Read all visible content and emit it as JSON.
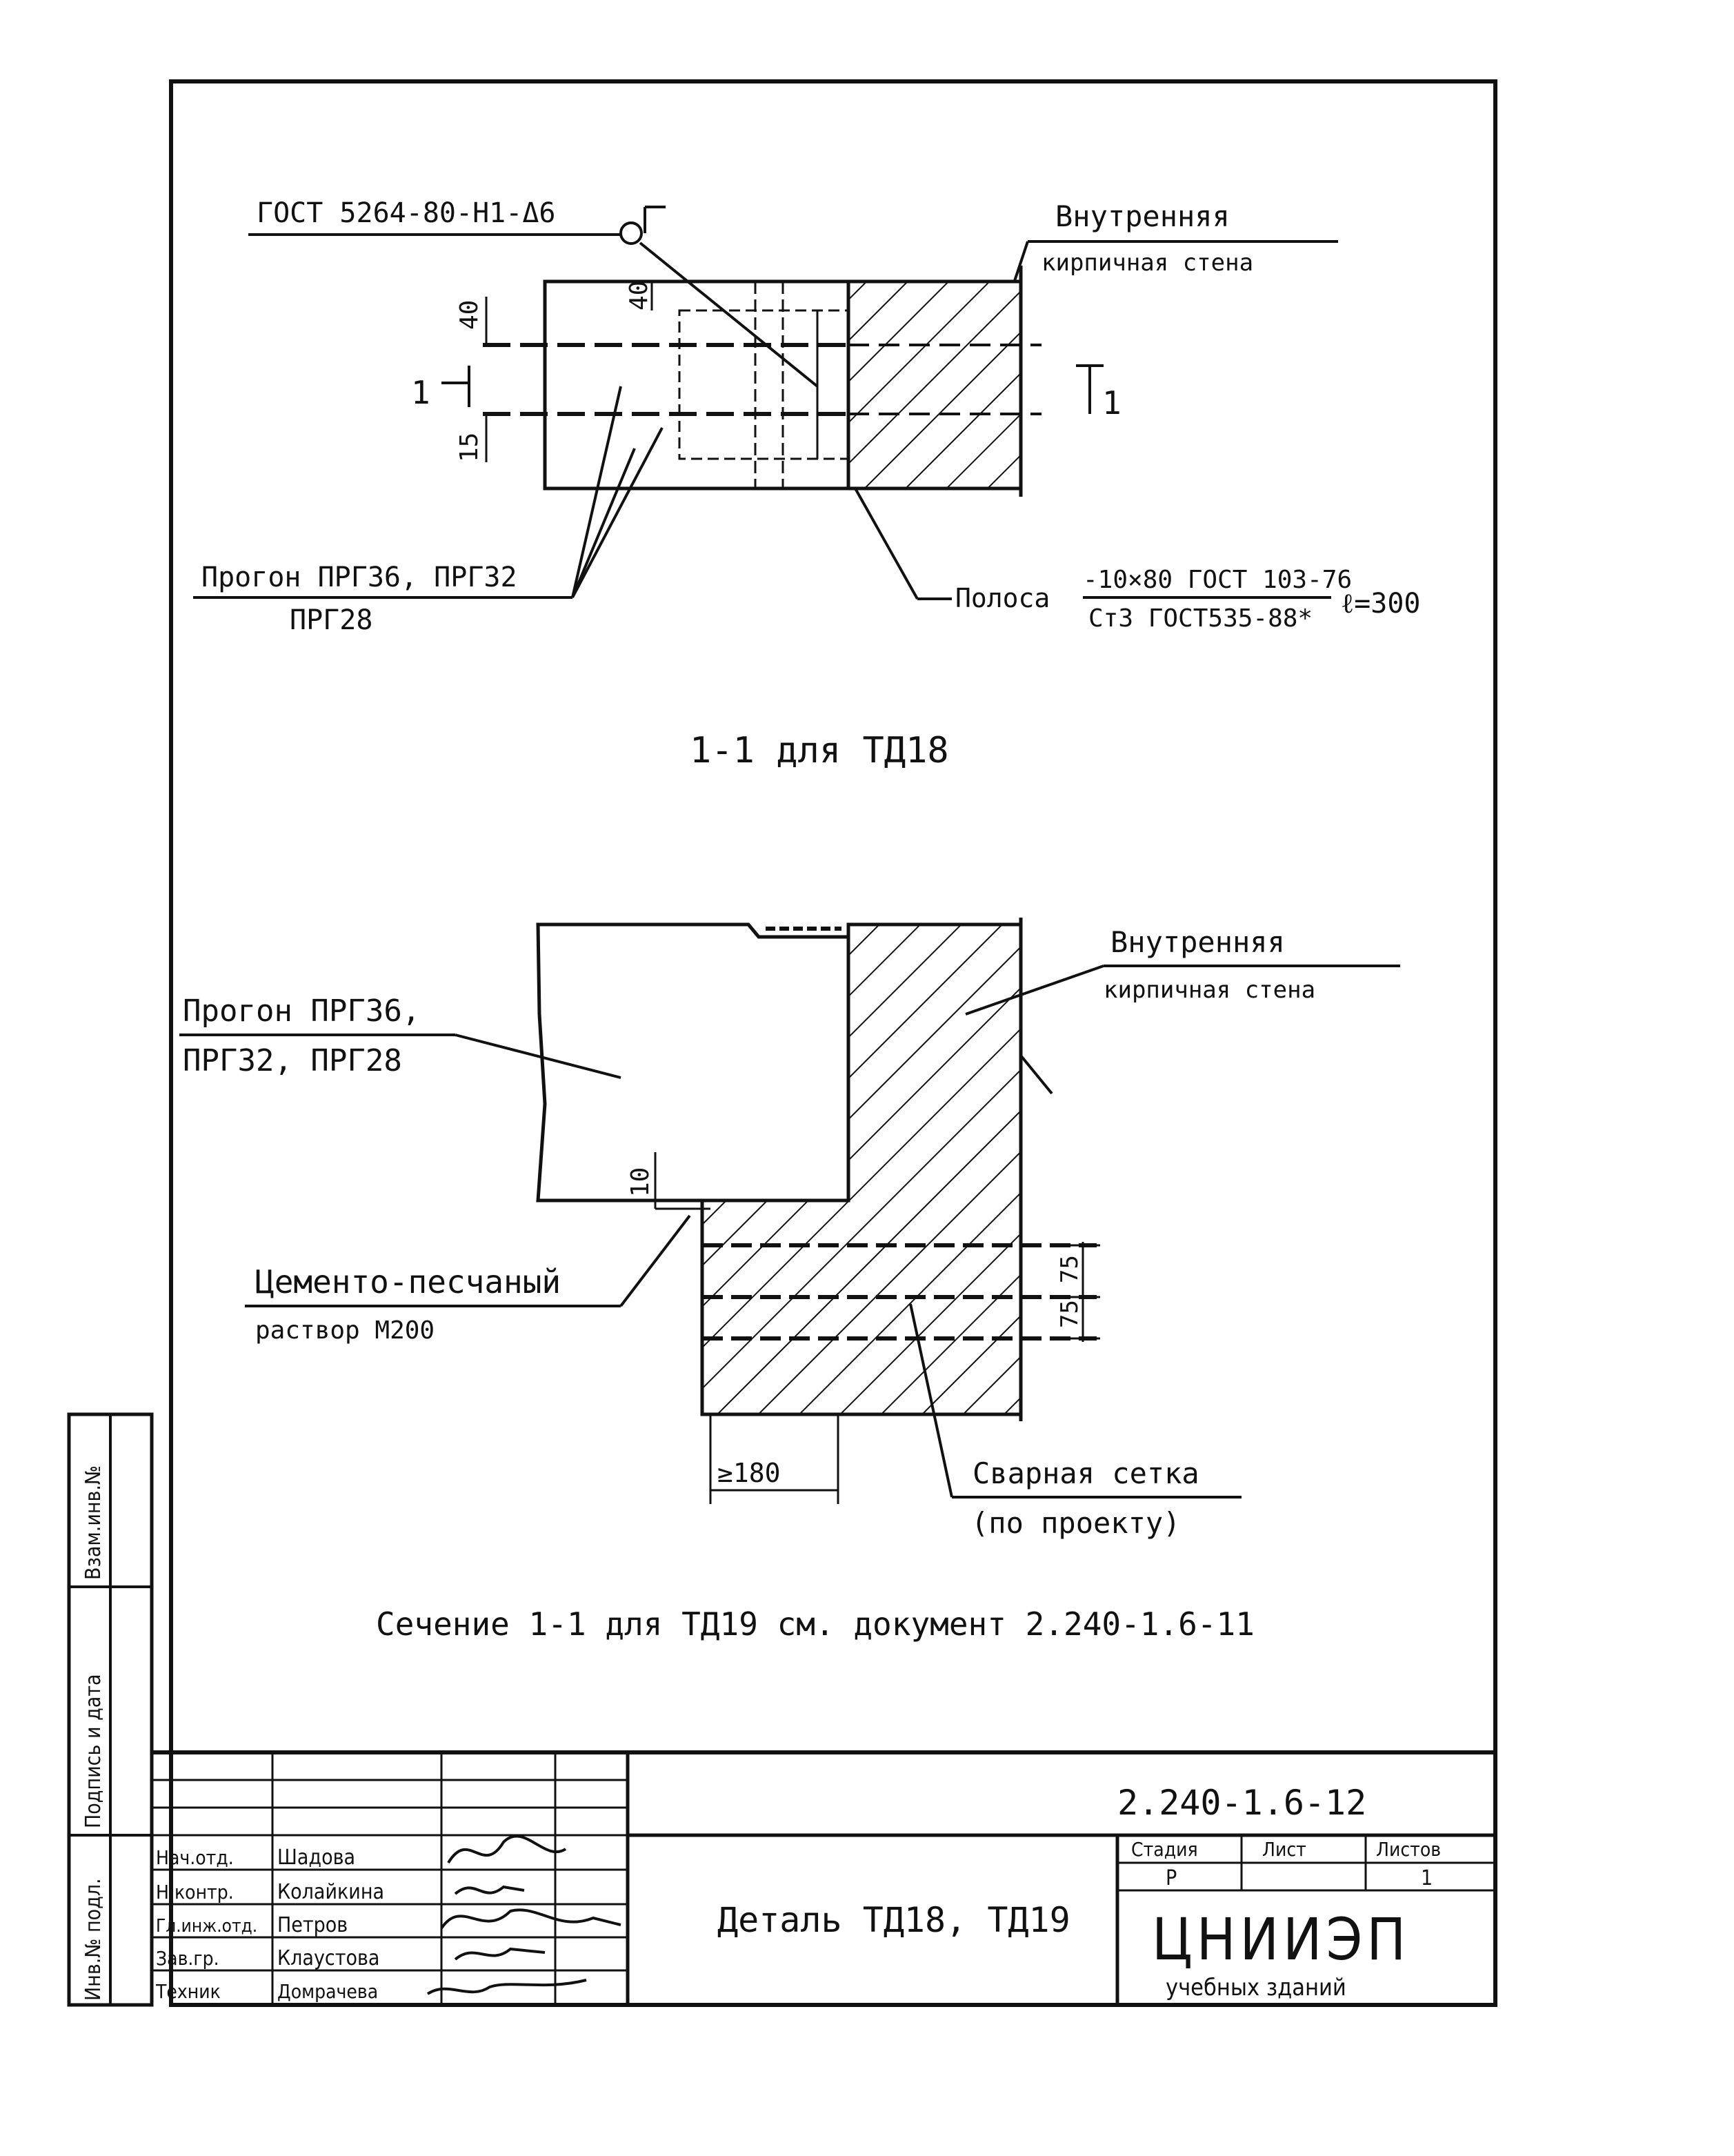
{
  "sheet": {
    "ink_color": "#111111",
    "paper_color": "#ffffff"
  },
  "detail_top": {
    "weld_note": "ГОСТ 5264-80-Н1-Δ6",
    "wall_label_line1": "Внутренняя",
    "wall_label_line2": "кирпичная стена",
    "dim_40_a": "40",
    "dim_40_b": "40",
    "dim_15": "15",
    "section_mark_left": "1",
    "section_mark_right": "1",
    "purlin_line1": "Прогон ПРГ36, ПРГ32",
    "purlin_line2": "ПРГ28",
    "strip_prefix": "Полоса",
    "strip_numerator": "-10×80 ГОСТ 103-76",
    "strip_denominator": "Ст3 ГОСТ535-88*",
    "strip_length": "ℓ=300",
    "caption": "1-1 для ТД18"
  },
  "detail_bottom": {
    "wall_label_line1": "Внутренняя",
    "wall_label_line2": "кирпичная стена",
    "purlin_line1": "Прогон ПРГ36,",
    "purlin_line2": "ПРГ32, ПРГ28",
    "dim_10": "10",
    "mortar_line1": "Цементо-песчаный",
    "mortar_line2": "раствор М200",
    "dim_75_a": "75",
    "dim_75_b": "75",
    "dim_180": "≥180",
    "mesh_line1": "Сварная сетка",
    "mesh_line2": "(по проекту)",
    "caption": "Сечение 1-1 для ТД19 см. документ 2.240-1.6-11"
  },
  "side_stamp": {
    "field1": "Взам.инв.№",
    "field2": "Подпись и дата",
    "field3": "Инв.№ подл."
  },
  "title_block": {
    "doc_code": "2.240-1.6-12",
    "drawing_title": "Деталь ТД18, ТД19",
    "stage_header": "Стадия",
    "sheet_header": "Лист",
    "sheets_header": "Листов",
    "stage_value": "Р",
    "sheets_value": "1",
    "org_name": "ЦНИИЭП",
    "org_sub": "учебных зданий",
    "signers": [
      {
        "role": "Нач.отд.",
        "name": "Шадова"
      },
      {
        "role": "Н.контр.",
        "name": "Колайкина"
      },
      {
        "role": "Гл.инж.отд.",
        "name": "Петров"
      },
      {
        "role": "Зав.гр.",
        "name": "Клаустова"
      },
      {
        "role": "Техник",
        "name": "Домрачева"
      }
    ]
  }
}
